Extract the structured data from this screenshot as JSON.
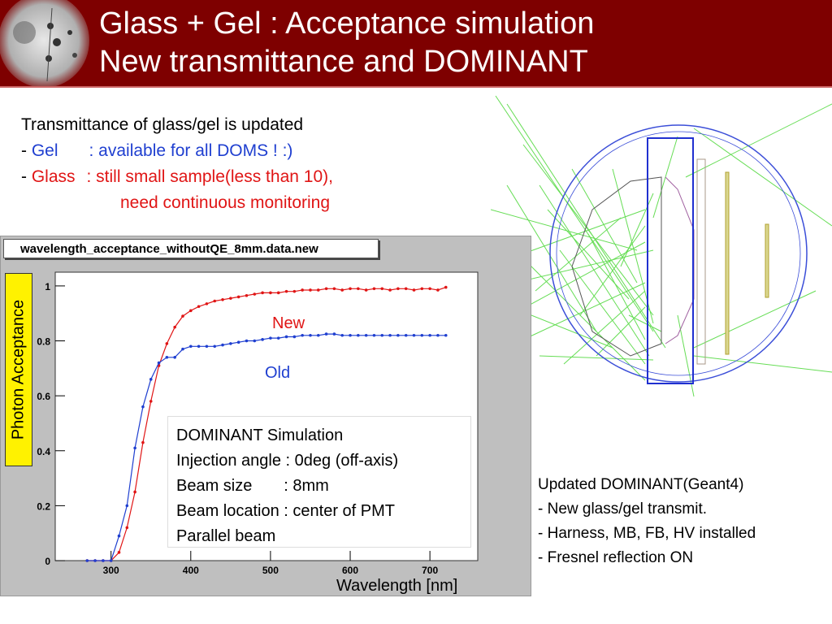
{
  "slide": {
    "title_line1": "Glass + Gel : Acceptance simulation",
    "title_line2": "New transmittance and DOMINANT"
  },
  "intro": {
    "heading": "Transmittance of glass/gel is updated",
    "gel_dash": "- ",
    "gel_name": "Gel",
    "gel_text": ": available for all DOMS ! :)",
    "glass_dash": "- ",
    "glass_name": "Glass",
    "glass_text": ": still small sample(less than 10),",
    "glass_text2": "need continuous monitoring"
  },
  "plot": {
    "file_title": "wavelength_acceptance_withoutQE_8mm.data.new",
    "ylabel": "Photon Acceptance",
    "xlabel": "Wavelength [nm]"
  },
  "infobox": {
    "line1": "DOMINANT Simulation",
    "line2": "Injection angle : 0deg (off-axis)",
    "line3": "Beam size       : 8mm",
    "line4": "Beam location : center of PMT",
    "line5": "Parallel beam"
  },
  "notes": {
    "line1": "Updated DOMINANT(Geant4)",
    "line2": "- New glass/gel transmit.",
    "line3": "- Harness, MB, FB, HV installed",
    "line4": "- Fresnel reflection ON"
  },
  "colors": {
    "header_bg": "#7e0000",
    "new_series": "#e01515",
    "old_series": "#1f3fd0",
    "ylabel_bg": "#fff200",
    "detector_rays": "#66dd55"
  },
  "chart_data": {
    "type": "line",
    "title": "",
    "xlabel": "Wavelength [nm]",
    "ylabel": "Photon Acceptance",
    "xlim": [
      230,
      760
    ],
    "ylim": [
      0,
      1.05
    ],
    "xticks": [
      300,
      400,
      500,
      600,
      700
    ],
    "yticks": [
      0,
      0.2,
      0.4,
      0.6,
      0.8,
      1
    ],
    "xtick_labels": [
      "300",
      "400",
      "500",
      "600",
      "700"
    ],
    "ytick_labels": [
      "0",
      "0.2",
      "0.4",
      "0.6",
      "0.8",
      "1"
    ],
    "grid": false,
    "series": [
      {
        "name": "New",
        "color": "#e01515",
        "x": [
          270,
          280,
          290,
          300,
          310,
          320,
          330,
          340,
          350,
          360,
          370,
          380,
          390,
          400,
          410,
          420,
          430,
          440,
          450,
          460,
          470,
          480,
          490,
          500,
          510,
          520,
          530,
          540,
          550,
          560,
          570,
          580,
          590,
          600,
          610,
          620,
          630,
          640,
          650,
          660,
          670,
          680,
          690,
          700,
          710,
          720
        ],
        "y": [
          0,
          0,
          0,
          0,
          0.03,
          0.12,
          0.25,
          0.43,
          0.58,
          0.71,
          0.79,
          0.85,
          0.89,
          0.91,
          0.925,
          0.935,
          0.945,
          0.95,
          0.955,
          0.96,
          0.965,
          0.97,
          0.975,
          0.975,
          0.975,
          0.98,
          0.98,
          0.985,
          0.985,
          0.985,
          0.99,
          0.99,
          0.985,
          0.99,
          0.99,
          0.985,
          0.99,
          0.99,
          0.985,
          0.99,
          0.99,
          0.985,
          0.99,
          0.99,
          0.985,
          0.995
        ]
      },
      {
        "name": "Old",
        "color": "#1f3fd0",
        "x": [
          270,
          280,
          290,
          300,
          310,
          320,
          330,
          340,
          350,
          360,
          370,
          380,
          390,
          400,
          410,
          420,
          430,
          440,
          450,
          460,
          470,
          480,
          490,
          500,
          510,
          520,
          530,
          540,
          550,
          560,
          570,
          580,
          590,
          600,
          610,
          620,
          630,
          640,
          650,
          660,
          670,
          680,
          690,
          700,
          710,
          720
        ],
        "y": [
          0,
          0,
          0,
          0,
          0.09,
          0.2,
          0.41,
          0.56,
          0.66,
          0.72,
          0.74,
          0.74,
          0.77,
          0.78,
          0.78,
          0.78,
          0.78,
          0.785,
          0.79,
          0.795,
          0.8,
          0.8,
          0.805,
          0.81,
          0.81,
          0.815,
          0.815,
          0.82,
          0.82,
          0.82,
          0.825,
          0.825,
          0.82,
          0.82,
          0.82,
          0.82,
          0.82,
          0.82,
          0.82,
          0.82,
          0.82,
          0.82,
          0.82,
          0.82,
          0.82,
          0.82
        ]
      }
    ]
  }
}
